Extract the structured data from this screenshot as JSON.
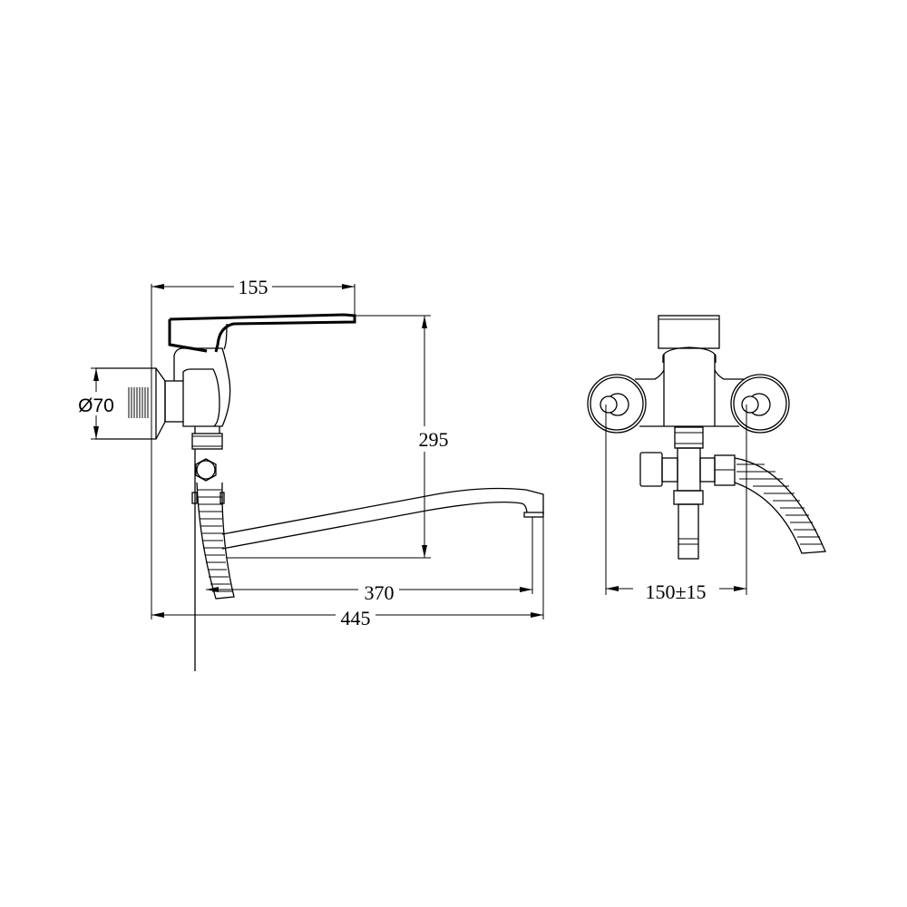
{
  "drawing": {
    "side_view": {
      "dimensions": {
        "handle_reach": "155",
        "wall_flange_diameter": "Ø70",
        "height": "295",
        "spout_reach": "370",
        "overall_length": "445"
      }
    },
    "front_view": {
      "dimensions": {
        "inlet_spacing": "150±15"
      }
    },
    "line_color": "#000000",
    "background": "#ffffff"
  }
}
